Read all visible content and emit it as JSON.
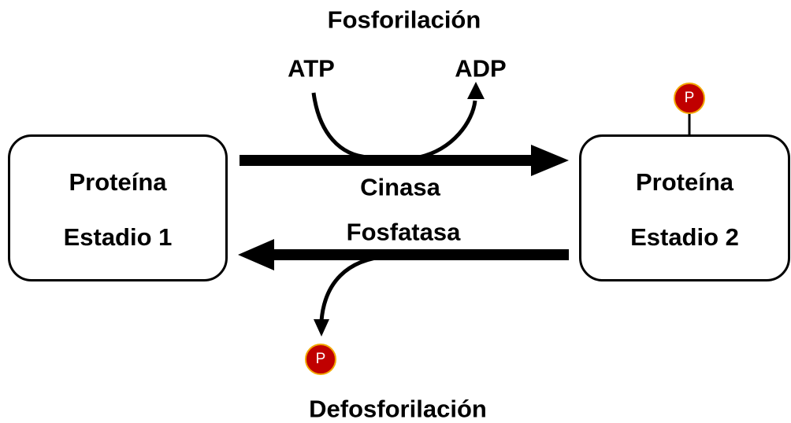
{
  "title_top": "Fosforilación",
  "title_bottom": "Defosforilación",
  "atp_label": "ATP",
  "adp_label": "ADP",
  "kinase_label": "Cinasa",
  "phosphatase_label": "Fosfatasa",
  "box_left": {
    "line1": "Proteína",
    "line2": "Estadio 1"
  },
  "box_right": {
    "line1": "Proteína",
    "line2": "Estadio 2"
  },
  "phosphate_label": "P",
  "colors": {
    "phosphate_fill": "#c00000",
    "phosphate_border": "#f2a600",
    "stroke": "#000000"
  }
}
